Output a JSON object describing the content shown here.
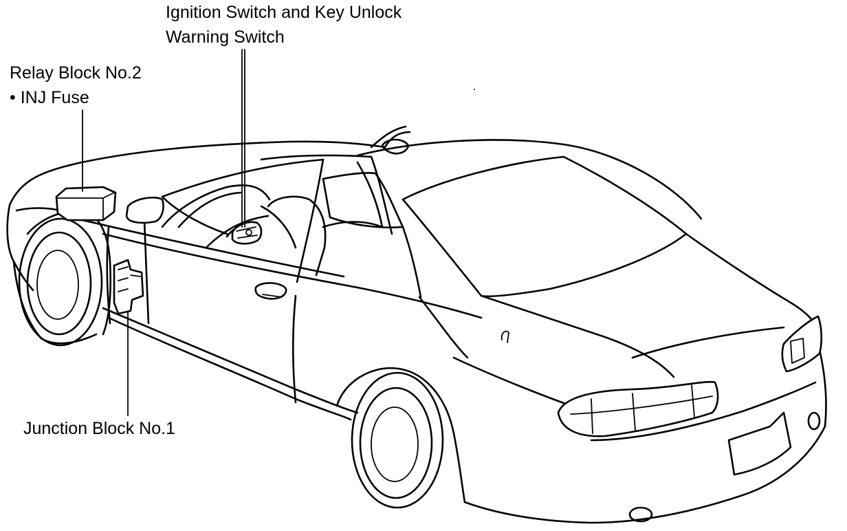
{
  "callouts": {
    "ignition_line1": "Ignition Switch and Key Unlock",
    "ignition_line2": "Warning Switch",
    "relay_line1": "Relay Block No.2",
    "relay_line2": "• INJ Fuse",
    "junction": "Junction Block No.1"
  },
  "components": [
    "relay-block-no2",
    "ignition-switch",
    "junction-block-no1"
  ],
  "colors": {
    "line": "#000000",
    "background": "#ffffff"
  }
}
